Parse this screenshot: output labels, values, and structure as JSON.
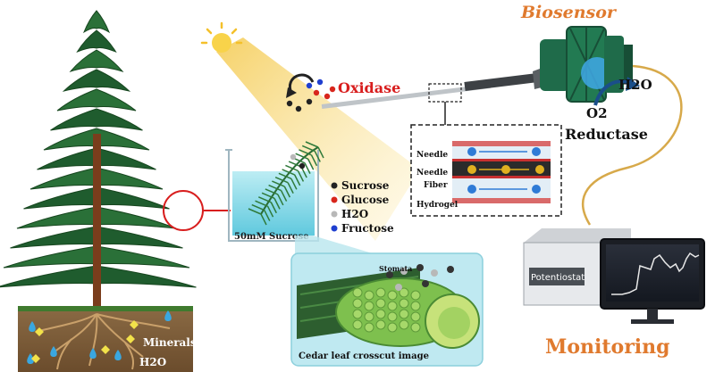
{
  "labels": {
    "biosensor": "Biosensor",
    "oxidase": "Oxidase",
    "reductase": "Reductase",
    "monitoring": "Monitoring",
    "potentiostat": "Potentiostat",
    "h2o_top": "H2O",
    "o2": "O2",
    "beaker": "50mM Sucrose",
    "stomata": "Stomata",
    "crosscut": "Cedar leaf crosscut image",
    "minerals": "Minerals",
    "h2o_ground": "H2O",
    "needle_top": "Needle",
    "needle_mid": "Needle",
    "fiber": "Fiber",
    "hydrogel": "Hydrogel"
  },
  "legend": [
    {
      "label": "Sucrose",
      "color": "#222222"
    },
    {
      "label": "Glucose",
      "color": "#d8261c"
    },
    {
      "label": "H2O",
      "color": "#b8b8b8"
    },
    {
      "label": "Fructose",
      "color": "#1f3fd0"
    }
  ],
  "colors": {
    "oxidase": "#d81e1e",
    "biosensor": "#e07a2e",
    "monitoring": "#e07a2e",
    "tree": "#1f5c2e",
    "trunk": "#7a3d1c",
    "beam": "#f6d873",
    "device": "#1f6b4a",
    "wire": "#d7a94a"
  },
  "icons": [
    "sun-icon",
    "curved-arrow-icon",
    "monitor-icon",
    "potentiostat-icon",
    "water-drop-icon",
    "mineral-icon"
  ]
}
